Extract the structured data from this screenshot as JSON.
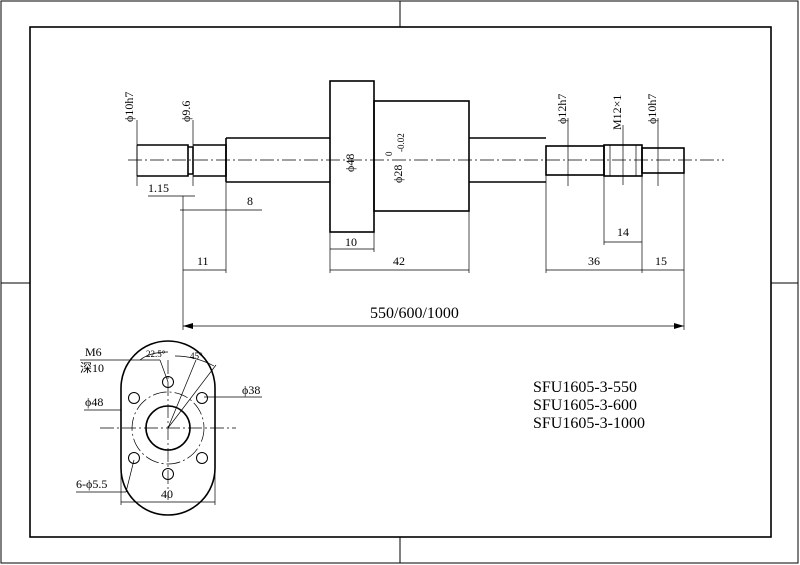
{
  "dimensions": {
    "phi10h7_left": "ϕ10h7",
    "phi9_6": "ϕ9.6",
    "d1_15": "1.15",
    "d8": "8",
    "d11": "11",
    "phi48": "ϕ48",
    "phi28": "ϕ28",
    "tol_upper": "0",
    "tol_lower": "-0.02",
    "d10": "10",
    "d42": "42",
    "phi12h7": "ϕ12h7",
    "m12x1": "M12×1",
    "phi10h7_right": "ϕ10h7",
    "d14": "14",
    "d36": "36",
    "d15": "15",
    "total_length": "550/600/1000"
  },
  "flange": {
    "m6": "M6",
    "depth": "深10",
    "phi48": "ϕ48",
    "angle_22_5": "22.5°",
    "angle_45": "45°",
    "phi38": "ϕ38",
    "holes": "6-ϕ5.5",
    "width40": "40"
  },
  "models": [
    "SFU1605-3-550",
    "SFU1605-3-600",
    "SFU1605-3-1000"
  ]
}
